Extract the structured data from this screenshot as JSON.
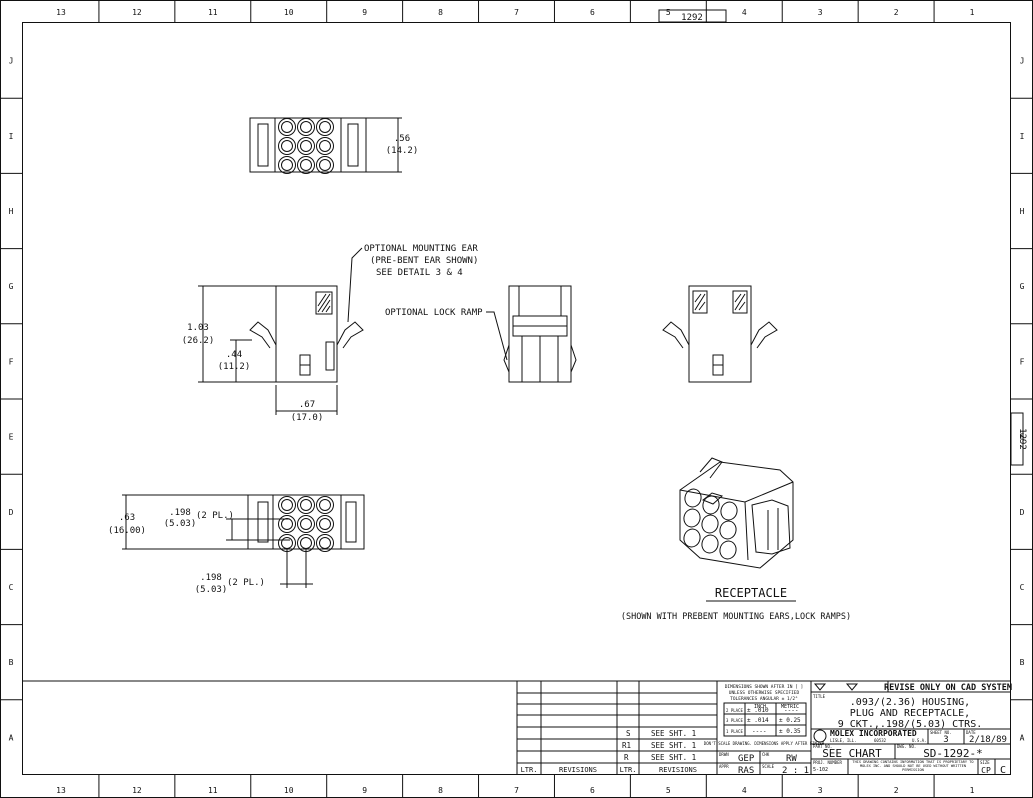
{
  "border": {
    "columns": [
      "13",
      "12",
      "11",
      "10",
      "9",
      "8",
      "7",
      "6",
      "5",
      "4",
      "3",
      "2",
      "1"
    ],
    "rows": [
      "J",
      "I",
      "H",
      "G",
      "F",
      "E",
      "D",
      "C",
      "B",
      "A"
    ],
    "top_doc_number": "1292",
    "side_doc_number": "1292"
  },
  "views": {
    "top_view": {
      "dim_height": ".56",
      "dim_height_mm": "(14.2)"
    },
    "side_view": {
      "dim_height": "1.03",
      "dim_height_mm": "(26.2)",
      "dim_ear": ".44",
      "dim_ear_mm": "(11.2)",
      "dim_width": ".67",
      "dim_width_mm": "(17.0)"
    },
    "callout_ear": [
      "OPTIONAL MOUNTING EAR",
      "(PRE-BENT EAR SHOWN)",
      "SEE DETAIL 3 & 4"
    ],
    "callout_ramp": "OPTIONAL LOCK RAMP",
    "front_view": {
      "dim_height": ".63",
      "dim_height_mm": "(16.00)",
      "dim_pitch": ".198",
      "dim_pitch_mm": "(5.03)",
      "dim_pitch_note": "(2 PL.)",
      "dim_pitch2": ".198",
      "dim_pitch2_mm": "(5.03)",
      "dim_pitch2_note": "(2 PL.)"
    },
    "iso_title": "RECEPTACLE",
    "iso_note": "(SHOWN WITH PREBENT MOUNTING EARS,LOCK RAMPS)"
  },
  "revisions": {
    "rows": [
      {
        "ltr": "S",
        "text": "SEE SHT. 1"
      },
      {
        "ltr": "R1",
        "text": "SEE SHT. 1"
      },
      {
        "ltr": "R",
        "text": "SEE SHT. 1"
      }
    ],
    "header_ltr": "LTR.",
    "header_rev": "REVISIONS"
  },
  "tolerance": {
    "header1": "DIMENSIONS SHOWN AFTER IN [ ]",
    "header2": "UNLESS OTHERWISE SPECIFIED",
    "header3": "TOLERANCES ANGULAR ± 1/2°",
    "col_inch": "INCH",
    "col_metric": "METRIC",
    "rows": [
      {
        "label": "2 PLACE",
        "inch": "± .010",
        "metric": "----"
      },
      {
        "label": "3 PLACE",
        "inch": "± .014",
        "metric": "± 0.25"
      },
      {
        "label": "1 PLACE",
        "inch": "----",
        "metric": "± 0.35"
      }
    ],
    "note": "DON'T SCALE DRAWING. DIMENSIONS APPLY AFTER FINISH",
    "drwn_label": "DRWN",
    "drwn": "GEP",
    "chk_label": "CHK",
    "chk": "RW",
    "appr_label": "APPR",
    "appr": "RAS",
    "scale_label": "SCALE",
    "scale": "2 : 1"
  },
  "title_block": {
    "revise_note": "REVISE ONLY ON CAD SYSTEM",
    "title_label": "TITLE",
    "title_lines": [
      ".093/(2.36) HOUSING,",
      "PLUG AND RECEPTACLE,",
      "9 CKT.,.198/(5.03) CTRS."
    ],
    "company": "MOLEX INCORPORATED",
    "company_city": "LISLE, ILL.",
    "company_zip": "60532",
    "company_country": "U.S.A.",
    "sheet_label": "SHEET NO.",
    "sheet": "3",
    "date_label": "DATE",
    "date": "2/18/89",
    "part_label": "PART NO.",
    "part_no": "SEE CHART",
    "dwg_label": "DWG. NO.",
    "dwg_no": "SD-1292-*",
    "proj_label": "PROJ. NUMBER",
    "proj": "5-102",
    "confidential": "THIS DRAWING CONTAINS INFORMATION THAT IS PROPRIETARY TO MOLEX INC. AND SHOULD NOT BE USED WITHOUT WRITTEN PERMISSION",
    "size_label": "SIZE",
    "size": "C",
    "size_code": "CP"
  }
}
